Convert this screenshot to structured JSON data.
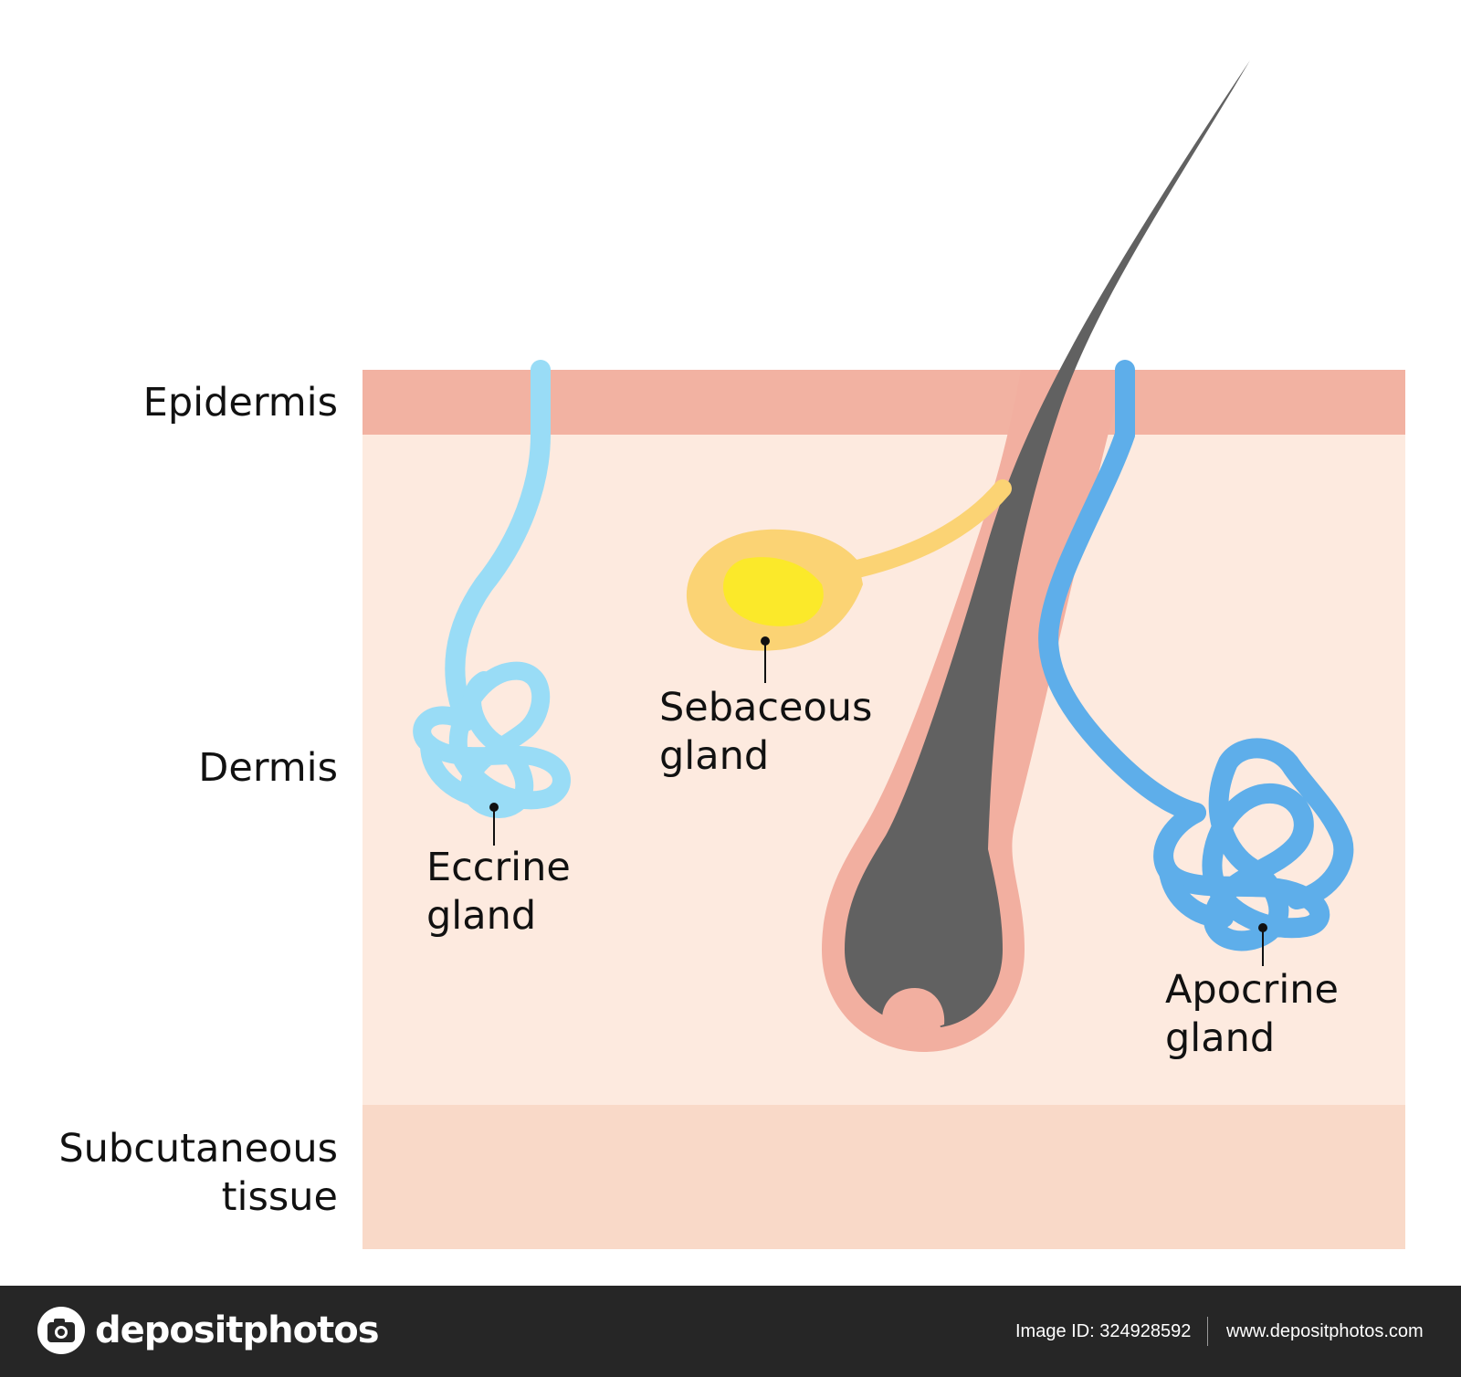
{
  "layers": {
    "epidermis": "Epidermis",
    "dermis": "Dermis",
    "subcutaneous_line1": "Subcutaneous",
    "subcutaneous_line2": "tissue"
  },
  "structures": {
    "sebaceous_line1": "Sebaceous",
    "sebaceous_line2": "gland",
    "eccrine_line1": "Eccrine",
    "eccrine_line2": "gland",
    "apocrine_line1": "Apocrine",
    "apocrine_line2": "gland"
  },
  "colors": {
    "epidermis": "#f2b2a2",
    "dermis": "#fdeadf",
    "subcutaneous": "#f9d9c8",
    "follicle": "#f2afa0",
    "hair": "#616161",
    "eccrine_duct": "#99dcf6",
    "apocrine_duct": "#5eaeea",
    "sebaceous_outer": "#fbd374",
    "sebaceous_inner": "#fbe92a"
  },
  "footer": {
    "brand": "depositphotos",
    "image_id": "Image ID: 324928592",
    "website": "www.depositphotos.com"
  }
}
